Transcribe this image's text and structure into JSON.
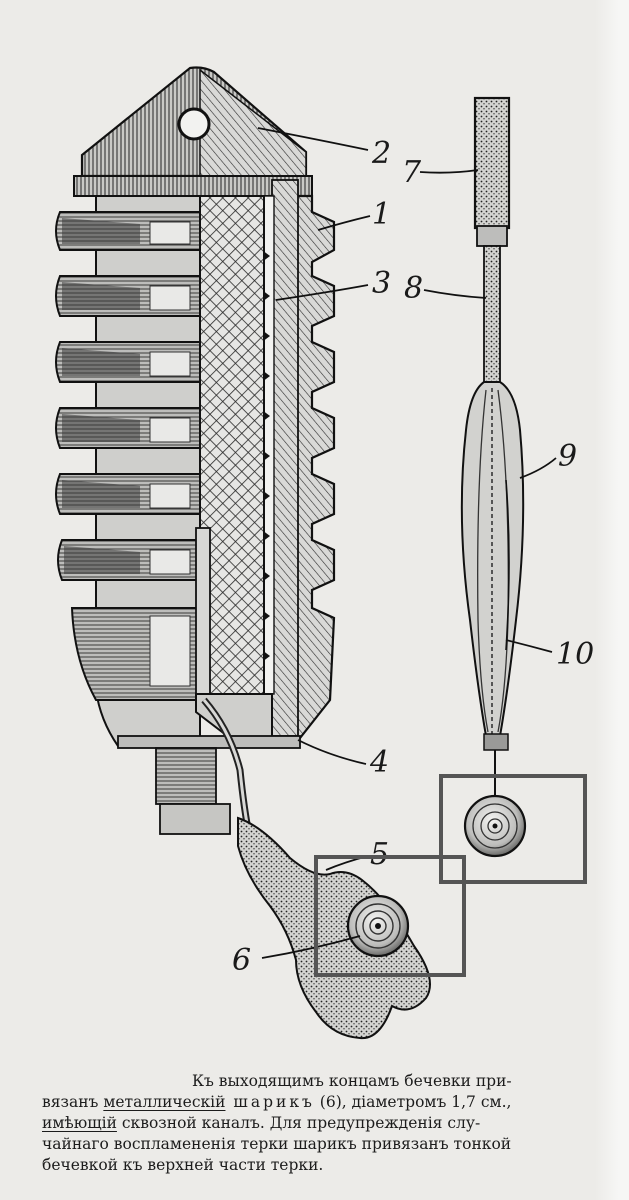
{
  "figure": {
    "callouts": {
      "c1": "1",
      "c2": "2",
      "c3": "3",
      "c4": "4",
      "c5": "5",
      "c6": "6",
      "c7": "7",
      "c8": "8",
      "c9": "9",
      "c10": "10"
    },
    "highlight_color": "#555555"
  },
  "caption": {
    "line1": "Къ выходящимъ концамъ бечевки при-",
    "line2_a": "вязанъ ",
    "line2_u1": "металлическій",
    "line2_sp": " шарикъ",
    "line2_b": " (6), діаметромъ 1,7 см.,",
    "line3_u": "имѣющій",
    "line3_b": " сквозной каналъ. Для предупрежденія слу-",
    "line4": "чайнаго воспламененія терки шарикъ привязанъ тонкой",
    "line5": "бечевкой къ верхней части терки."
  }
}
